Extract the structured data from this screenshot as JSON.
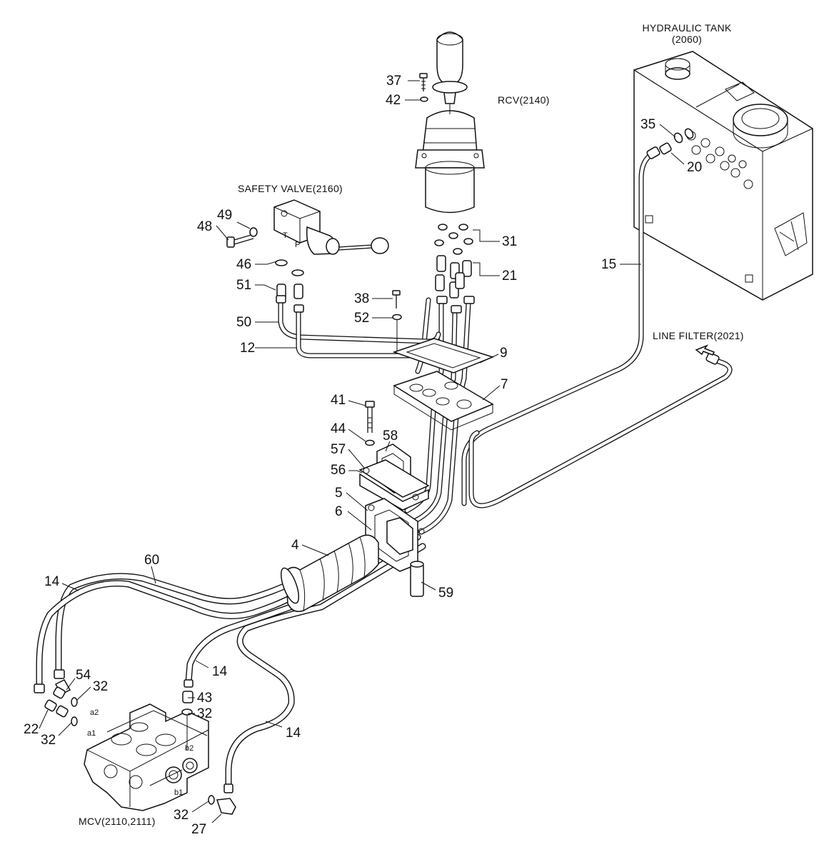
{
  "components": {
    "hydraulic_tank": {
      "name": "HYDRAULIC TANK",
      "code": "(2060)"
    },
    "rcv": {
      "name": "RCV(2140)"
    },
    "safety_valve": {
      "name": "SAFETY VALVE(2160)",
      "port_t": "T",
      "port_p": "P"
    },
    "line_filter": {
      "name": "LINE FILTER(2021)"
    },
    "mcv": {
      "name": "MCV(2110,2111)",
      "ports": {
        "a1": "a1",
        "a2": "a2",
        "b1": "b1",
        "b2": "b2"
      }
    }
  },
  "callouts": {
    "p4": "4",
    "p5": "5",
    "p6": "6",
    "p7": "7",
    "p9": "9",
    "p12": "12",
    "p14a": "14",
    "p14b": "14",
    "p14c": "14",
    "p15": "15",
    "p20": "20",
    "p21": "21",
    "p22": "22",
    "p27": "27",
    "p31": "31",
    "p32a": "32",
    "p32b": "32",
    "p32c": "32",
    "p32d": "32",
    "p35": "35",
    "p37": "37",
    "p38": "38",
    "p41": "41",
    "p42": "42",
    "p43": "43",
    "p44": "44",
    "p46": "46",
    "p48": "48",
    "p49": "49",
    "p50": "50",
    "p51": "51",
    "p52": "52",
    "p54": "54",
    "p56": "56",
    "p57": "57",
    "p58": "58",
    "p59": "59",
    "p60": "60"
  }
}
